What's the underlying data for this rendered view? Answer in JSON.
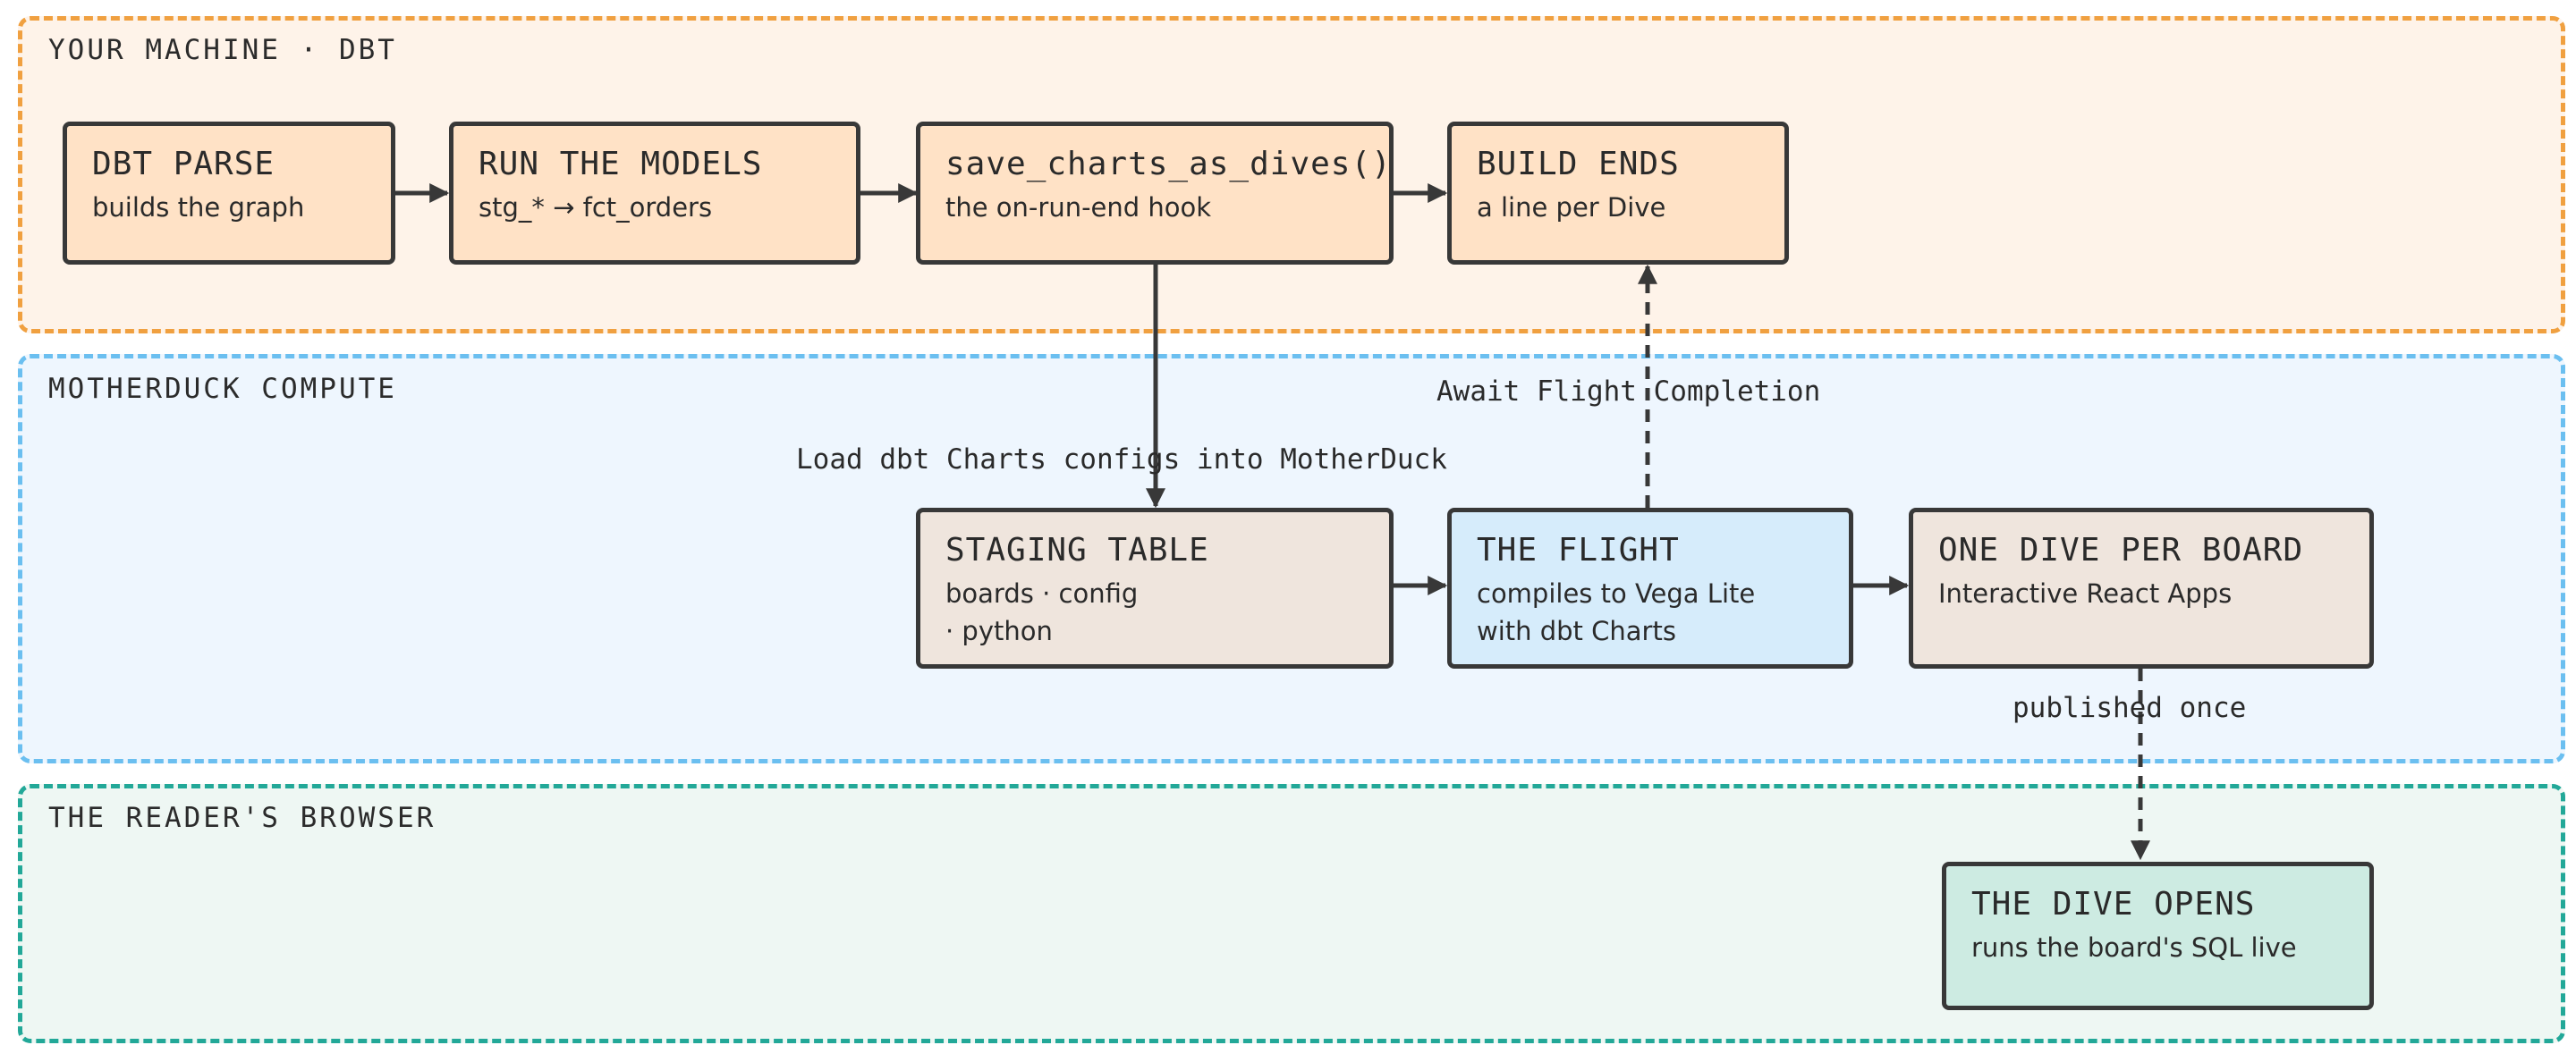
{
  "lanes": {
    "machine": {
      "title": "YOUR MACHINE · DBT"
    },
    "compute": {
      "title": "MOTHERDUCK COMPUTE"
    },
    "browser": {
      "title": "THE READER'S BROWSER"
    }
  },
  "nodes": {
    "dbt_parse": {
      "title": "DBT PARSE",
      "sub": "builds the graph"
    },
    "run_models": {
      "title": "RUN THE MODELS",
      "sub": "stg_* → fct_orders"
    },
    "save_charts": {
      "title": "save_charts_as_dives()",
      "sub": "the on-run-end hook"
    },
    "build_ends": {
      "title": "BUILD ENDS",
      "sub": "a line per Dive"
    },
    "staging_table": {
      "title": "STAGING TABLE",
      "sub_line1": "boards · config",
      "sub_line2": "· python"
    },
    "the_flight": {
      "title": "THE FLIGHT",
      "sub_line1": "compiles to Vega Lite",
      "sub_line2": "with dbt Charts"
    },
    "one_dive": {
      "title": "ONE DIVE PER BOARD",
      "sub": "Interactive React Apps"
    },
    "dive_opens": {
      "title": "THE DIVE OPENS",
      "sub": "runs the board's SQL live"
    }
  },
  "edges": {
    "load_configs": "Load dbt Charts configs into MotherDuck",
    "await_flight": "Await Flight Completion",
    "published_once": "published once"
  },
  "colors": {
    "machine_border": "#f0a040",
    "compute_border": "#6bbff0",
    "browser_border": "#22a898",
    "node_border": "#383838"
  }
}
